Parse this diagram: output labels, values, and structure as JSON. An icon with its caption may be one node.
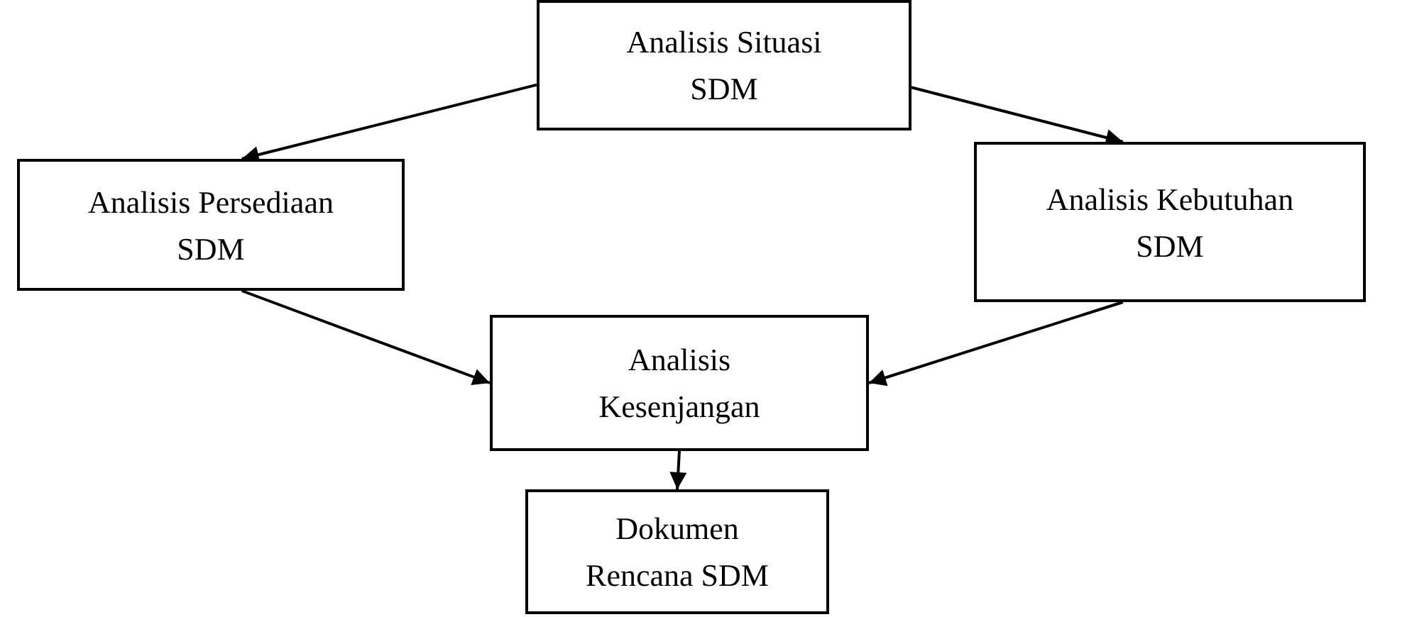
{
  "diagram": {
    "nodes": [
      {
        "text": [
          "Analisis Situasi SDM"
        ]
      },
      {
        "text": [
          "Analisis Persediaan SDM"
        ]
      },
      {
        "text": [
          "Analisis Kebutuhan SDM"
        ]
      },
      {
        "text": [
          "Analisis Kesenjangan"
        ]
      },
      {
        "text": [
          "Dokumen Rencana SDM"
        ]
      }
    ],
    "edges": [
      {
        "from": 0,
        "to": 1,
        "arrow": "to"
      },
      {
        "from": 0,
        "to": 2,
        "arrow": "to"
      },
      {
        "from": 1,
        "to": 3,
        "arrow": "to"
      },
      {
        "from": 2,
        "to": 3,
        "arrow": "to"
      },
      {
        "from": 3,
        "to": 4,
        "arrow": "to"
      }
    ]
  }
}
